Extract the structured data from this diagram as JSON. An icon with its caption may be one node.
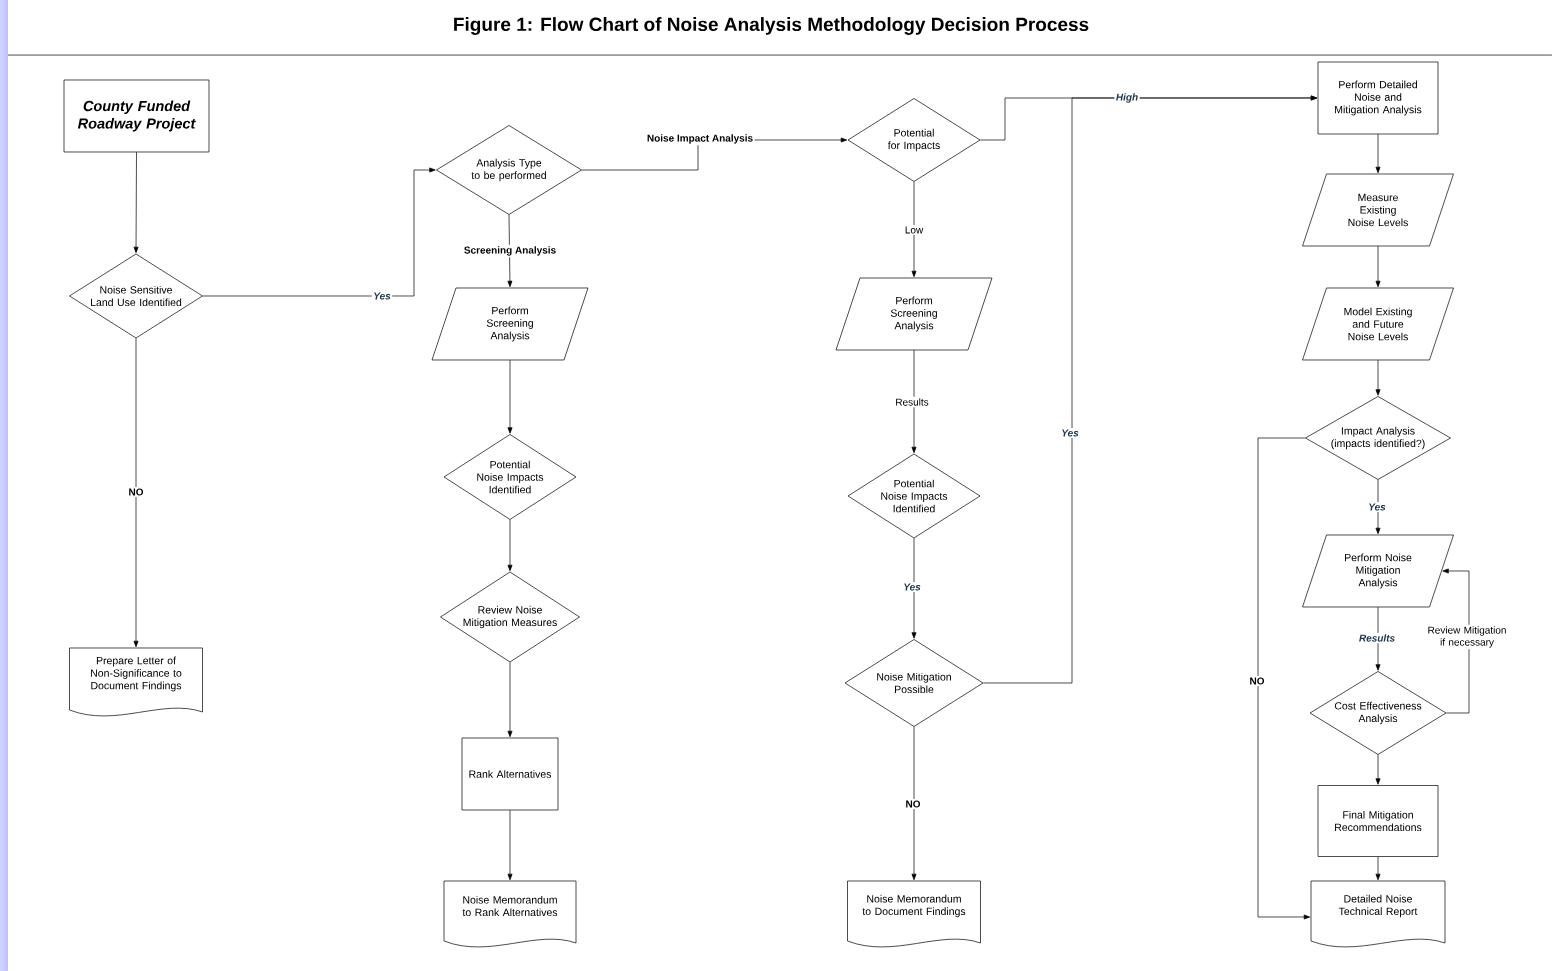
{
  "diagram": {
    "title": "Figure 1:  Flow Chart of Noise Analysis Methodology Decision Process",
    "nodes": [
      {
        "text": [
          "County Funded Roadway Project"
        ]
      },
      {
        "text": [
          "Noise Sensitive Land Use Identified"
        ]
      },
      {
        "text": [
          "Prepare Letter of Non-Significance to Document Findings"
        ]
      },
      {
        "text": [
          "Analysis Type to be performed"
        ]
      },
      {
        "text": [
          "Perform Screening Analysis"
        ]
      },
      {
        "text": [
          "Potential Noise Impacts Identified"
        ]
      },
      {
        "text": [
          "Review Noise Mitigation Measures"
        ]
      },
      {
        "text": [
          "Rank Alternatives"
        ]
      },
      {
        "text": [
          "Noise Memorandum to Rank Alternatives"
        ]
      },
      {
        "text": [
          "Potential for Impacts"
        ]
      },
      {
        "text": [
          "Perform Screening Analysis"
        ]
      },
      {
        "text": [
          "Potential Noise Impacts Identified"
        ]
      },
      {
        "text": [
          "Noise Mitigation Possible"
        ]
      },
      {
        "text": [
          "Noise Memorandum to Document Findings"
        ]
      },
      {
        "text": [
          "Perform Detailed Noise and Mitigation Analysis"
        ]
      },
      {
        "text": [
          "Measure Existing Noise Levels"
        ]
      },
      {
        "text": [
          "Model Existing and Future Noise Levels"
        ]
      },
      {
        "text": [
          "Impact Analysis (impacts identified?)"
        ]
      },
      {
        "text": [
          "Perform Noise Mitigation Analysis"
        ]
      },
      {
        "text": [
          "Cost Effectiveness Analysis"
        ]
      },
      {
        "text": [
          "Final Mitigation Recommendations"
        ]
      },
      {
        "text": [
          "Detailed Noise Technical Report"
        ]
      }
    ],
    "edges": [
      {
        "from": 0,
        "to": 1,
        "arrow": "to"
      },
      {
        "from": 1,
        "to": 3,
        "arrow": "to",
        "label": "Yes"
      },
      {
        "from": 1,
        "to": 2,
        "arrow": "to",
        "label": "NO"
      },
      {
        "from": 3,
        "to": 9,
        "arrow": "to",
        "label": "Noise Impact Analysis"
      },
      {
        "from": 3,
        "to": 4,
        "arrow": "to",
        "label": "Screening Analysis"
      },
      {
        "from": 4,
        "to": 5,
        "arrow": "to"
      },
      {
        "from": 5,
        "to": 6,
        "arrow": "to"
      },
      {
        "from": 6,
        "to": 7,
        "arrow": "to"
      },
      {
        "from": 7,
        "to": 8,
        "arrow": "to"
      },
      {
        "from": 9,
        "to": 14,
        "arrow": "to",
        "label": "High"
      },
      {
        "from": 9,
        "to": 10,
        "arrow": "to",
        "label": "Low"
      },
      {
        "from": 10,
        "to": 11,
        "arrow": "to",
        "label": "Results"
      },
      {
        "from": 11,
        "to": 12,
        "arrow": "to",
        "label": "Yes"
      },
      {
        "from": 12,
        "to": 13,
        "arrow": "to",
        "label": "NO"
      },
      {
        "from": 12,
        "to": 14,
        "arrow": "to",
        "label": "Yes"
      },
      {
        "from": 14,
        "to": 15,
        "arrow": "to"
      },
      {
        "from": 15,
        "to": 16,
        "arrow": "to"
      },
      {
        "from": 16,
        "to": 17,
        "arrow": "to"
      },
      {
        "from": 17,
        "to": 18,
        "arrow": "to",
        "label": "Yes"
      },
      {
        "from": 17,
        "to": 21,
        "arrow": "to",
        "label": "NO"
      },
      {
        "from": 18,
        "to": 19,
        "arrow": "to",
        "label": "Results"
      },
      {
        "from": 19,
        "to": 18,
        "arrow": "to",
        "label": "Review Mitigation if necessary"
      },
      {
        "from": 19,
        "to": 20,
        "arrow": "to"
      },
      {
        "from": 20,
        "to": 21,
        "arrow": "to"
      }
    ]
  }
}
